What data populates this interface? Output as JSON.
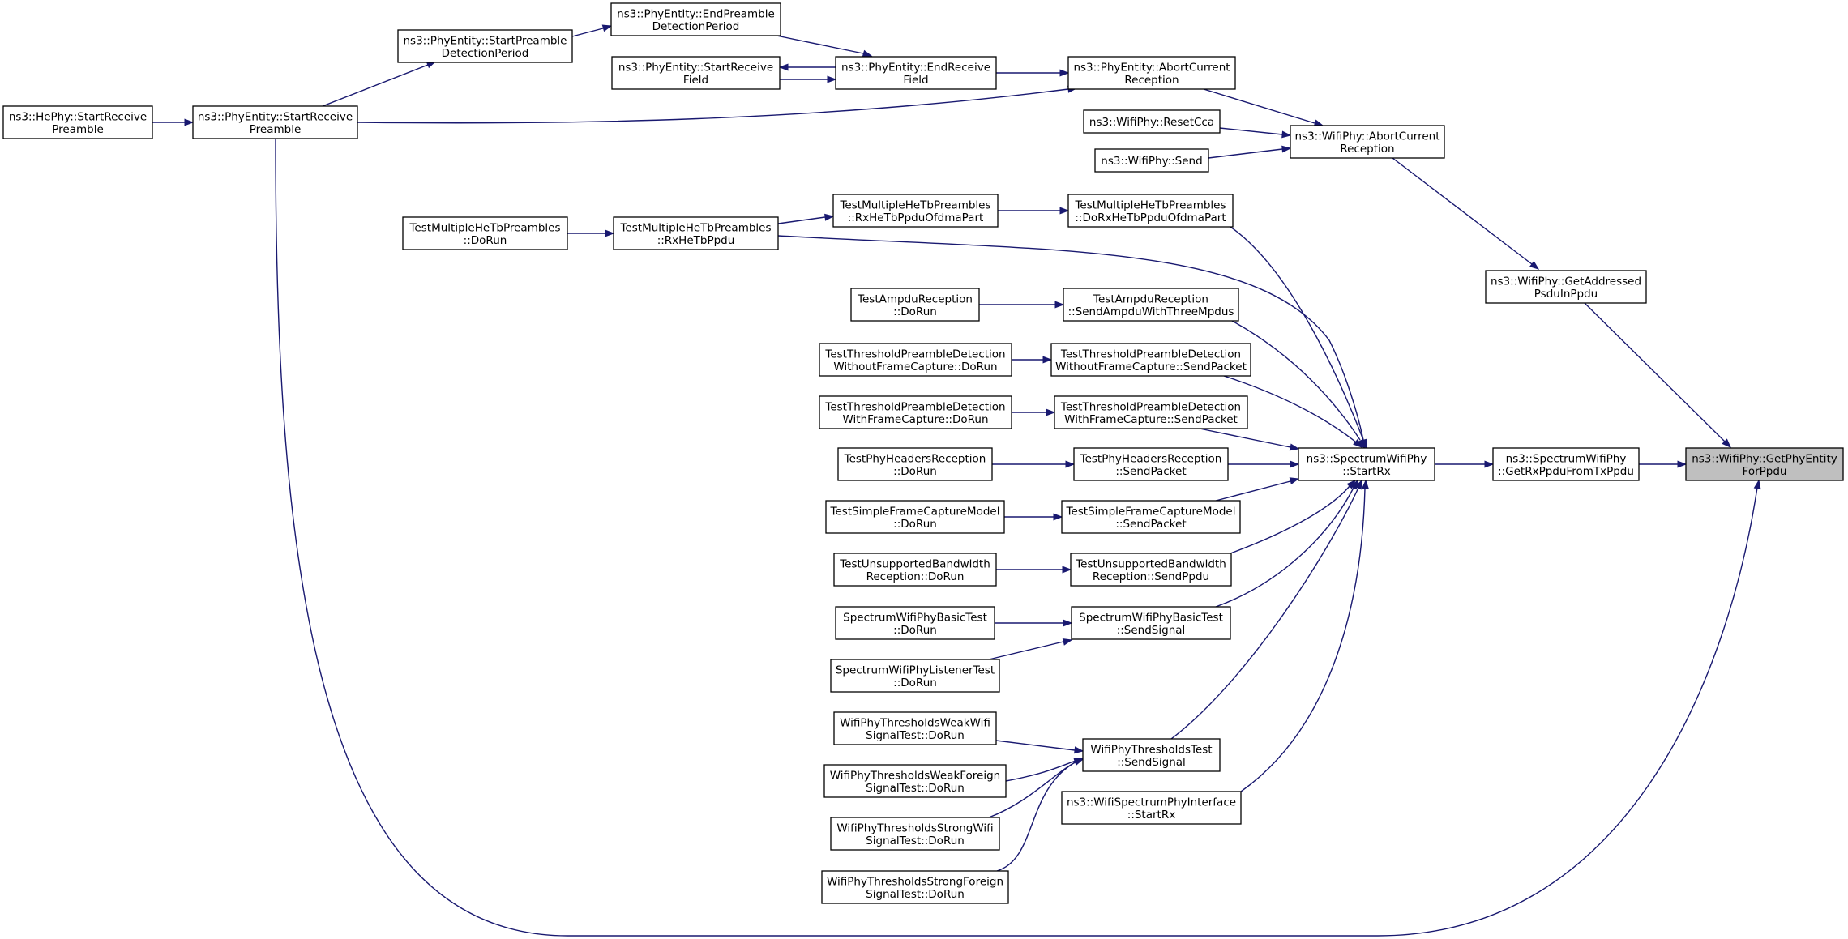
{
  "colors": {
    "edge": "#191970",
    "node_border": "#000000",
    "focus_fill": "#bfbfbf",
    "node_fill": "#ffffff"
  },
  "nodes": [
    {
      "id": "getPhyEntityForPpdu",
      "lines": [
        "ns3::WifiPhy::GetPhyEntity",
        "ForPpdu"
      ],
      "focus": true
    },
    {
      "id": "getRxPpduFromTxPpdu",
      "lines": [
        "ns3::SpectrumWifiPhy",
        "::GetRxPpduFromTxPpdu"
      ]
    },
    {
      "id": "getAddressedPsduInPpdu",
      "lines": [
        "ns3::WifiPhy::GetAddressed",
        "PsduInPpdu"
      ]
    },
    {
      "id": "spectrumStartRx",
      "lines": [
        "ns3::SpectrumWifiPhy",
        "::StartRx"
      ]
    },
    {
      "id": "wifiAbortCurrentReception",
      "lines": [
        "ns3::WifiPhy::AbortCurrent",
        "Reception"
      ]
    },
    {
      "id": "phyAbortCurrentReception",
      "lines": [
        "ns3::PhyEntity::AbortCurrent",
        "Reception"
      ]
    },
    {
      "id": "resetCca",
      "lines": [
        "ns3::WifiPhy::ResetCca"
      ]
    },
    {
      "id": "wifiSend",
      "lines": [
        "ns3::WifiPhy::Send"
      ]
    },
    {
      "id": "endReceiveField",
      "lines": [
        "ns3::PhyEntity::EndReceive",
        "Field"
      ]
    },
    {
      "id": "endPreambleDetectionPeriod",
      "lines": [
        "ns3::PhyEntity::EndPreamble",
        "DetectionPeriod"
      ]
    },
    {
      "id": "startReceiveField",
      "lines": [
        "ns3::PhyEntity::StartReceive",
        "Field"
      ]
    },
    {
      "id": "startPreambleDetectionPeriod",
      "lines": [
        "ns3::PhyEntity::StartPreamble",
        "DetectionPeriod"
      ]
    },
    {
      "id": "phyStartReceivePreamble",
      "lines": [
        "ns3::PhyEntity::StartReceive",
        "Preamble"
      ]
    },
    {
      "id": "heStartReceivePreamble",
      "lines": [
        "ns3::HePhy::StartReceive",
        "Preamble"
      ]
    },
    {
      "id": "doRxHeTbPpduOfdmaPart",
      "lines": [
        "TestMultipleHeTbPreambles",
        "::DoRxHeTbPpduOfdmaPart"
      ]
    },
    {
      "id": "rxHeTbPpduOfdmaPart",
      "lines": [
        "TestMultipleHeTbPreambles",
        "::RxHeTbPpduOfdmaPart"
      ]
    },
    {
      "id": "rxHeTbPpdu",
      "lines": [
        "TestMultipleHeTbPreambles",
        "::RxHeTbPpdu"
      ]
    },
    {
      "id": "multipleHeTbDoRun",
      "lines": [
        "TestMultipleHeTbPreambles",
        "::DoRun"
      ]
    },
    {
      "id": "sendAmpduWithThreeMpdus",
      "lines": [
        "TestAmpduReception",
        "::SendAmpduWithThreeMpdus"
      ]
    },
    {
      "id": "ampduDoRun",
      "lines": [
        "TestAmpduReception",
        "::DoRun"
      ]
    },
    {
      "id": "thrWithoutSend",
      "lines": [
        "TestThresholdPreambleDetection",
        "WithoutFrameCapture::SendPacket"
      ]
    },
    {
      "id": "thrWithoutDoRun",
      "lines": [
        "TestThresholdPreambleDetection",
        "WithoutFrameCapture::DoRun"
      ]
    },
    {
      "id": "thrWithSend",
      "lines": [
        "TestThresholdPreambleDetection",
        "WithFrameCapture::SendPacket"
      ]
    },
    {
      "id": "thrWithDoRun",
      "lines": [
        "TestThresholdPreambleDetection",
        "WithFrameCapture::DoRun"
      ]
    },
    {
      "id": "headersSend",
      "lines": [
        "TestPhyHeadersReception",
        "::SendPacket"
      ]
    },
    {
      "id": "headersDoRun",
      "lines": [
        "TestPhyHeadersReception",
        "::DoRun"
      ]
    },
    {
      "id": "captureSend",
      "lines": [
        "TestSimpleFrameCaptureModel",
        "::SendPacket"
      ]
    },
    {
      "id": "captureDoRun",
      "lines": [
        "TestSimpleFrameCaptureModel",
        "::DoRun"
      ]
    },
    {
      "id": "unsupportedSend",
      "lines": [
        "TestUnsupportedBandwidth",
        "Reception::SendPpdu"
      ]
    },
    {
      "id": "unsupportedDoRun",
      "lines": [
        "TestUnsupportedBandwidth",
        "Reception::DoRun"
      ]
    },
    {
      "id": "basicSendSignal",
      "lines": [
        "SpectrumWifiPhyBasicTest",
        "::SendSignal"
      ]
    },
    {
      "id": "basicDoRun",
      "lines": [
        "SpectrumWifiPhyBasicTest",
        "::DoRun"
      ]
    },
    {
      "id": "listenerDoRun",
      "lines": [
        "SpectrumWifiPhyListenerTest",
        "::DoRun"
      ]
    },
    {
      "id": "thresholdsSendSignal",
      "lines": [
        "WifiPhyThresholdsTest",
        "::SendSignal"
      ]
    },
    {
      "id": "weakWifiDoRun",
      "lines": [
        "WifiPhyThresholdsWeakWifi",
        "SignalTest::DoRun"
      ]
    },
    {
      "id": "weakForeignDoRun",
      "lines": [
        "WifiPhyThresholdsWeakForeign",
        "SignalTest::DoRun"
      ]
    },
    {
      "id": "strongWifiDoRun",
      "lines": [
        "WifiPhyThresholdsStrongWifi",
        "SignalTest::DoRun"
      ]
    },
    {
      "id": "strongForeignDoRun",
      "lines": [
        "WifiPhyThresholdsStrongForeign",
        "SignalTest::DoRun"
      ]
    },
    {
      "id": "spectrumIfStartRx",
      "lines": [
        "ns3::WifiSpectrumPhyInterface",
        "::StartRx"
      ]
    }
  ]
}
